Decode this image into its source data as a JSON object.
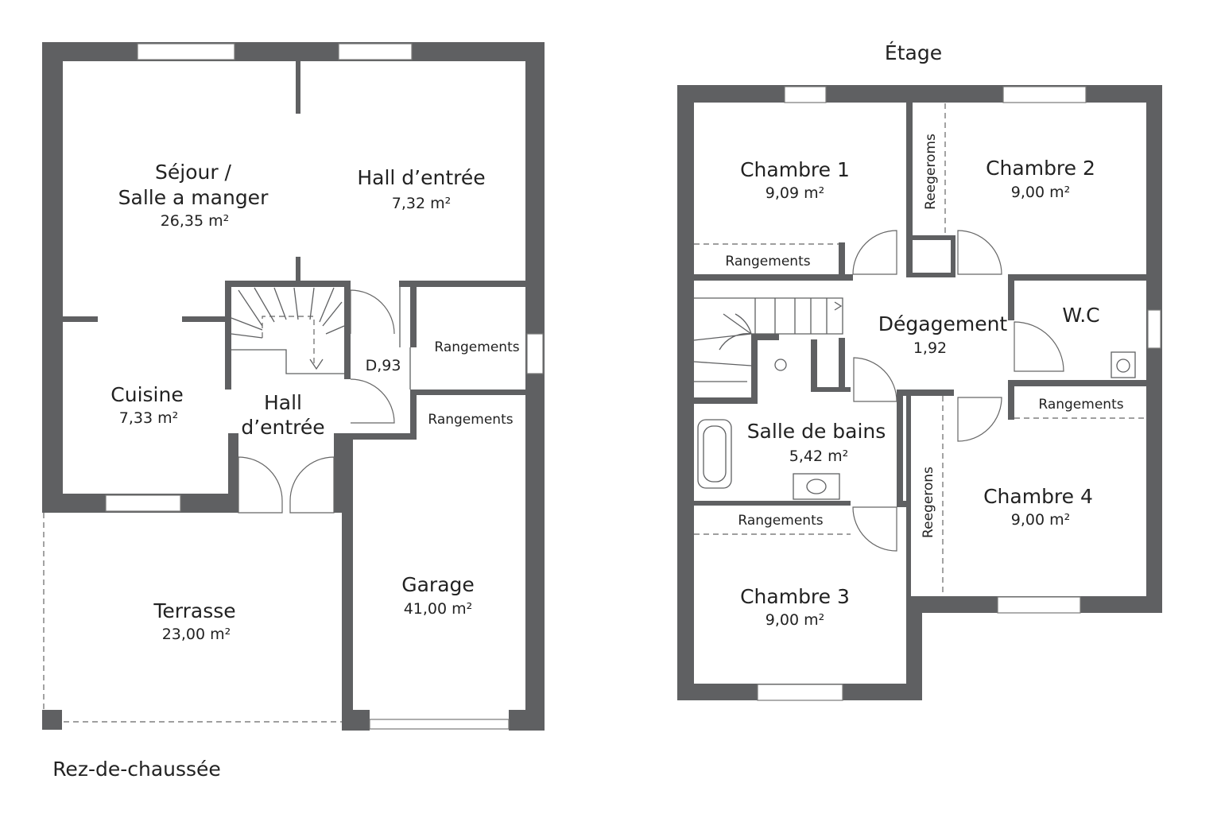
{
  "titles": {
    "ground_floor": "Rez-de-chaussée",
    "upper_floor": "Étage"
  },
  "ground_floor": {
    "sejour_line1": "Séjour /",
    "sejour_line2": "Salle a  manger",
    "sejour_area": "26,35 m²",
    "hall1_name": "Hall d’entrée",
    "hall1_area": "7,32 m²",
    "cuisine_name": "Cuisine",
    "cuisine_area": "7,33 m²",
    "hall2_line1": "Hall",
    "hall2_line2": "d’entrée",
    "d_label": "D,93",
    "rangements_1": "Rangements",
    "rangements_2": "Rangements",
    "garage_name": "Garage",
    "garage_area": "41,00 m²",
    "terrasse_name": "Terrasse",
    "terrasse_area": "23,00 m²"
  },
  "upper_floor": {
    "chambre1_name": "Chambre 1",
    "chambre1_area": "9,09 m²",
    "chambre2_name": "Chambre 2",
    "chambre2_area": "9,00 m²",
    "reegeroms_top": "Reegeroms",
    "rangements_left": "Rangements",
    "degagement_name": "Dégagement",
    "degagement_area": "1,92",
    "wc_name": "W.C",
    "rangements_right": "Rangements",
    "salle_de_bains_name": "Salle de bains",
    "salle_de_bains_area": "5,42 m²",
    "rangements_bottom": "Rangements",
    "reegeroms_bottom": "Reegerons",
    "chambre4_name": "Chambre 4",
    "chambre4_area": "9,00 m²",
    "chambre3_name": "Chambre 3",
    "chambre3_area": "9,00 m²"
  },
  "colors": {
    "wall": "#5f6062",
    "background": "#ffffff",
    "text": "#222222"
  }
}
